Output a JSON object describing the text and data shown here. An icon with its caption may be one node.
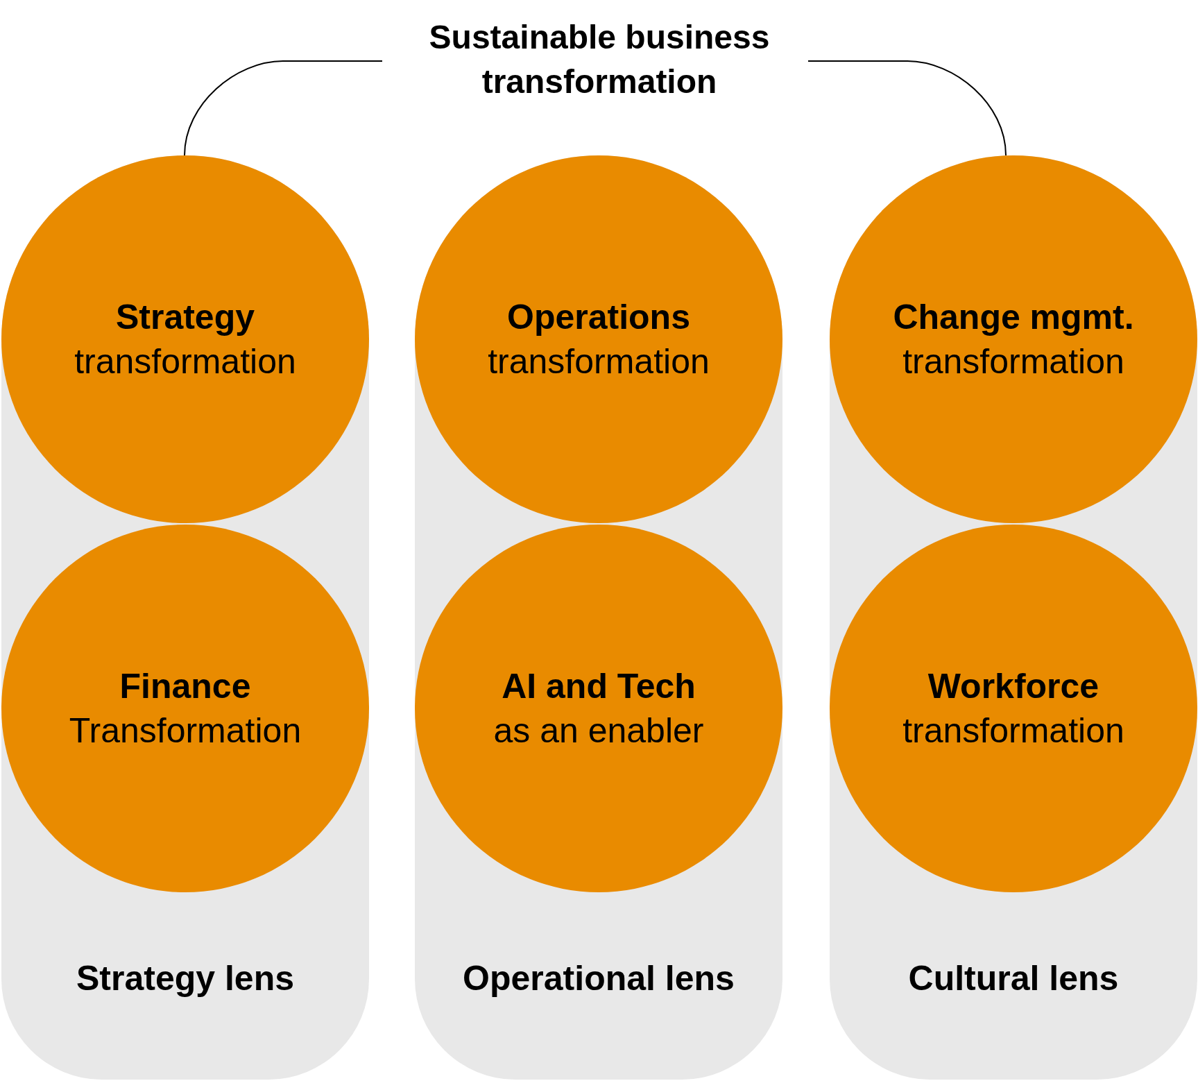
{
  "diagram": {
    "title": "Sustainable business transformation",
    "nodes": [
      {
        "text": [
          "Strategy lens"
        ]
      },
      {
        "text": [
          "Strategy",
          "transformation"
        ],
        "in": 0
      },
      {
        "text": [
          "Finance",
          "Transformation"
        ],
        "in": 0
      },
      {
        "text": [
          "Operational lens"
        ]
      },
      {
        "text": [
          "Operations",
          "transformation"
        ],
        "in": 3
      },
      {
        "text": [
          "AI and Tech",
          "as an enabler"
        ],
        "in": 3
      },
      {
        "text": [
          "Cultural lens"
        ]
      },
      {
        "text": [
          "Change mgmt.",
          "transformation"
        ],
        "in": 6
      },
      {
        "text": [
          "Workforce",
          "transformation"
        ],
        "in": 6
      }
    ]
  }
}
